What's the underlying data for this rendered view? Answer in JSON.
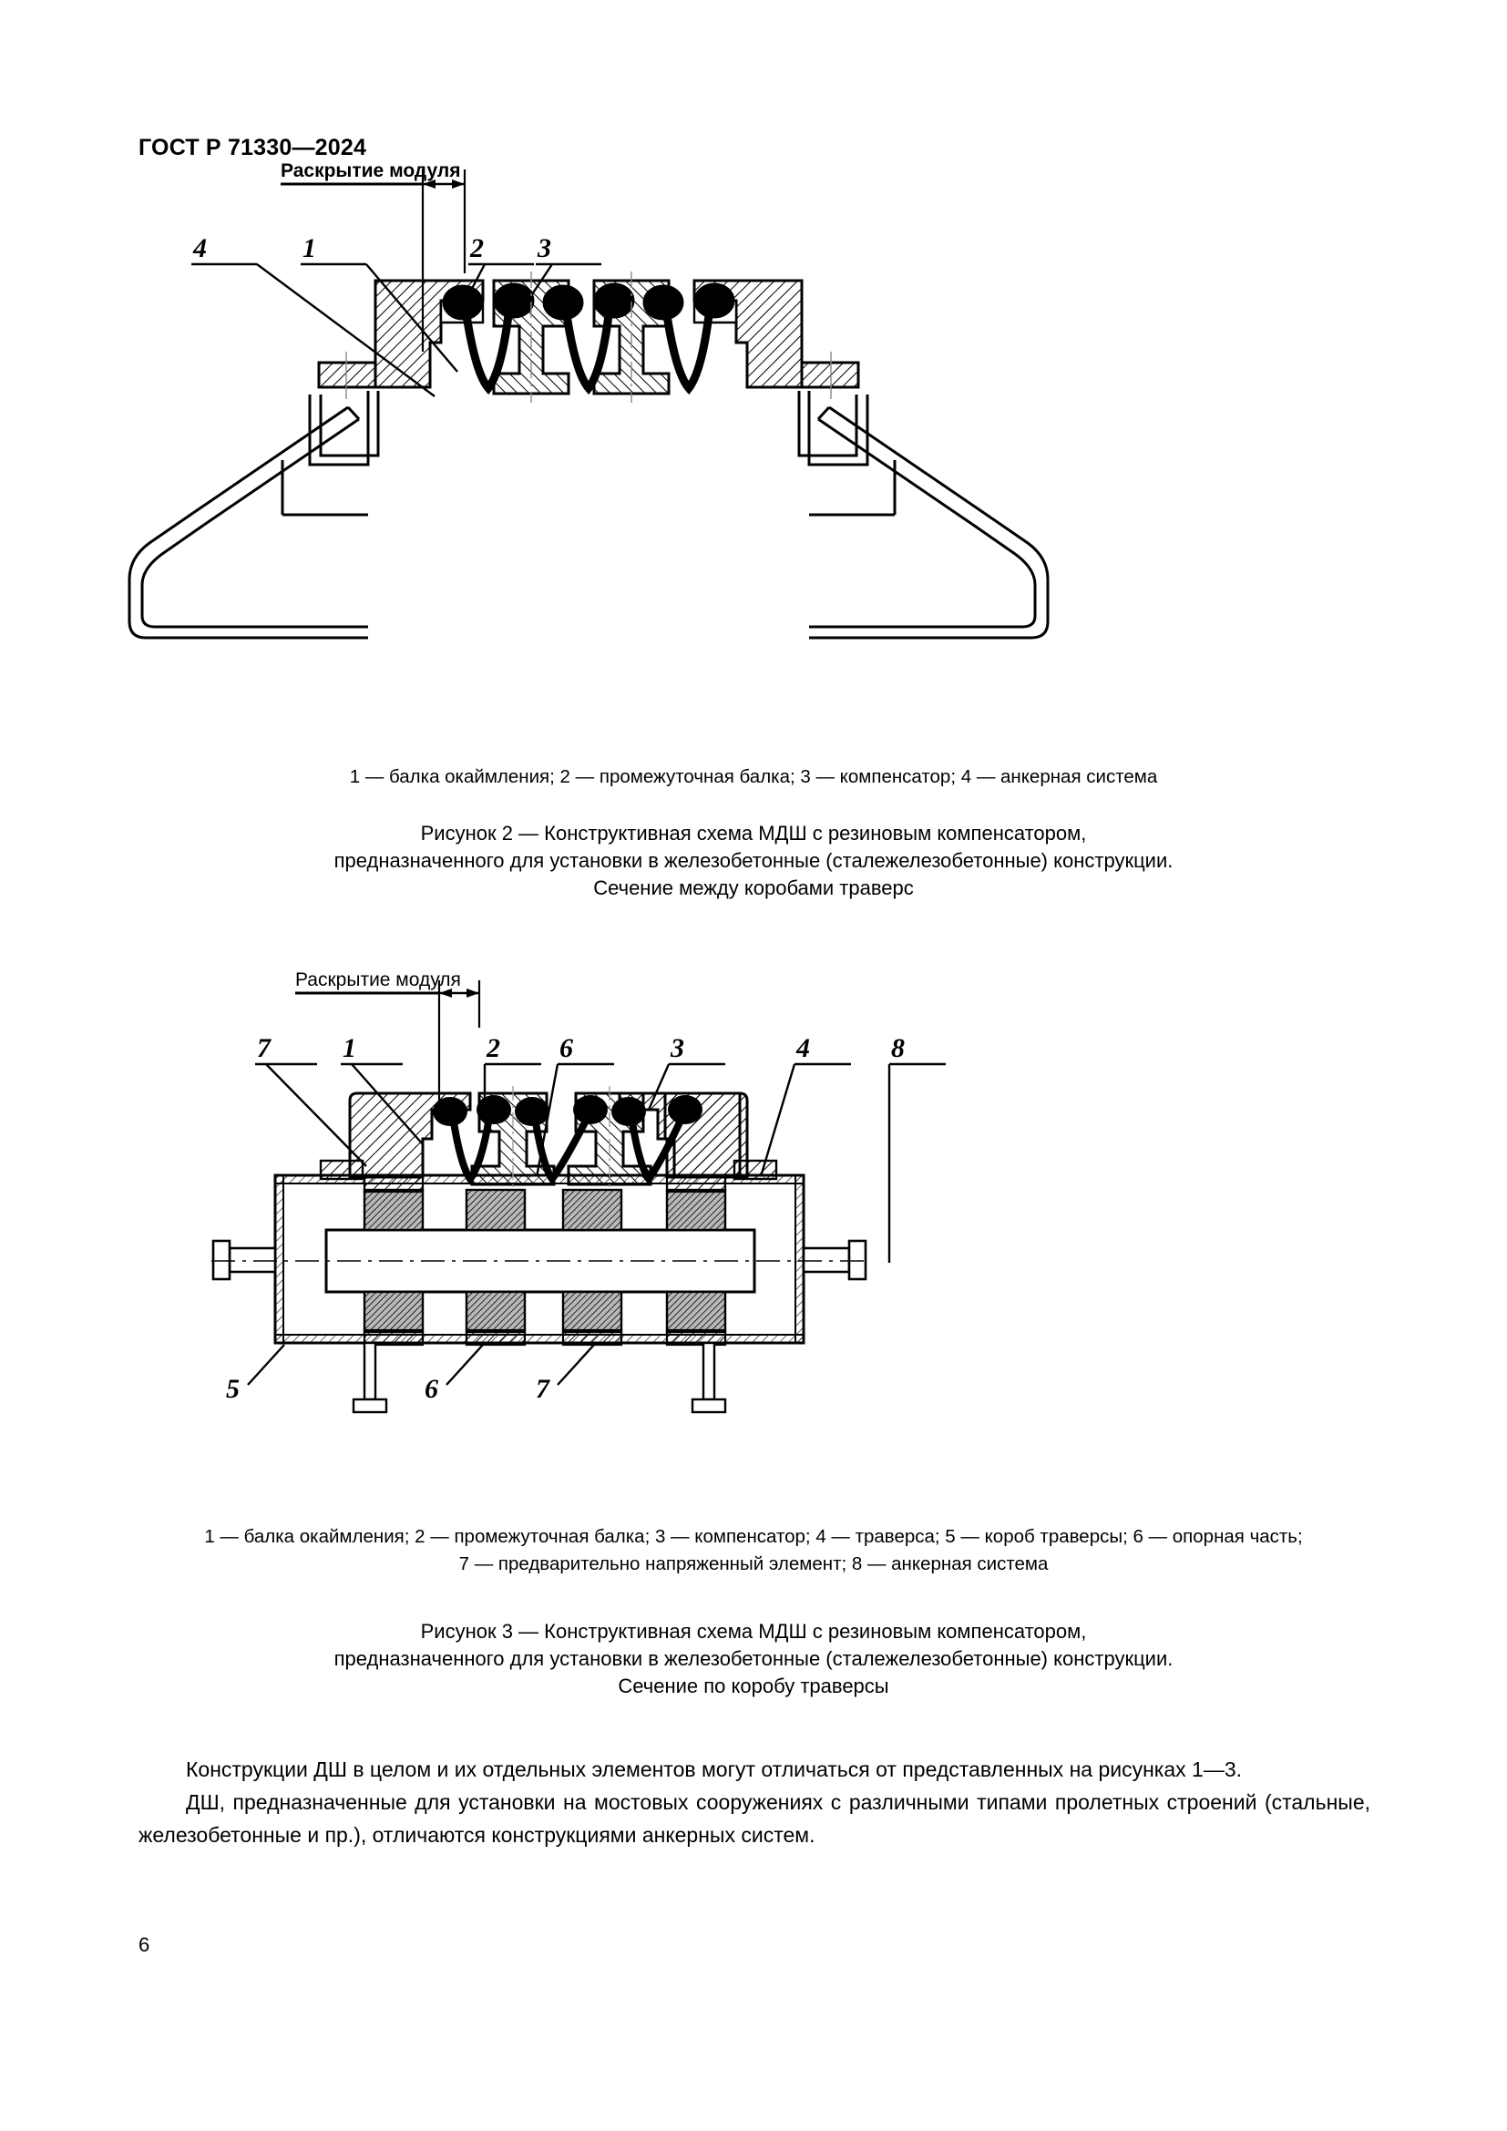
{
  "document": {
    "standard_header": "ГОСТ Р 71330—2024",
    "page_number": "6"
  },
  "figure2": {
    "dimension_label": "Раскрытие модуля",
    "callouts_top": [
      "4",
      "1",
      "2",
      "3"
    ],
    "legend": "1 — балка окаймления; 2 — промежуточная балка; 3 — компенсатор; 4 — анкерная система",
    "legend_items": [
      {
        "num": "1",
        "text": "балка окаймления"
      },
      {
        "num": "2",
        "text": "промежуточная балка"
      },
      {
        "num": "3",
        "text": "компенсатор"
      },
      {
        "num": "4",
        "text": "анкерная система"
      }
    ],
    "caption_line1": "Рисунок 2 — Конструктивная схема МДШ с резиновым компенсатором,",
    "caption_line2": "предназначенного для установки в железобетонные (сталежелезобетонные) конструкции.",
    "caption_line3": "Сечение между коробами траверс"
  },
  "figure3": {
    "dimension_label": "Раскрытие модуля",
    "callouts_top": [
      "7",
      "1",
      "2",
      "6",
      "3",
      "4",
      "8"
    ],
    "callouts_bottom": [
      "5",
      "6",
      "7"
    ],
    "legend_line1": "1 — балка окаймления; 2 — промежуточная балка; 3 — компенсатор; 4 — траверса; 5 — короб траверсы; 6 — опорная часть;",
    "legend_line2": "7 — предварительно напряженный элемент; 8 — анкерная система",
    "legend_items": [
      {
        "num": "1",
        "text": "балка окаймления"
      },
      {
        "num": "2",
        "text": "промежуточная балка"
      },
      {
        "num": "3",
        "text": "компенсатор"
      },
      {
        "num": "4",
        "text": "траверса"
      },
      {
        "num": "5",
        "text": "короб траверсы"
      },
      {
        "num": "6",
        "text": "опорная часть"
      },
      {
        "num": "7",
        "text": "предварительно напряженный элемент"
      },
      {
        "num": "8",
        "text": "анкерная система"
      }
    ],
    "caption_line1": "Рисунок 3 — Конструктивная схема МДШ с резиновым компенсатором,",
    "caption_line2": "предназначенного для установки в железобетонные (сталежелезобетонные) конструкции.",
    "caption_line3": "Сечение по коробу траверсы"
  },
  "body": {
    "paragraph1": "Конструкции ДШ в целом и их отдельных элементов могут отличаться от представленных на рисунках 1—3.",
    "paragraph2": "ДШ, предназначенные для установки на мостовых сооружениях с различными типами пролетных строений (стальные, железобетонные и пр.), отличаются конструкциями анкерных систем."
  },
  "colors": {
    "ink": "#000000",
    "paper": "#ffffff",
    "hatch": "#000000",
    "rubber": "#000000"
  }
}
